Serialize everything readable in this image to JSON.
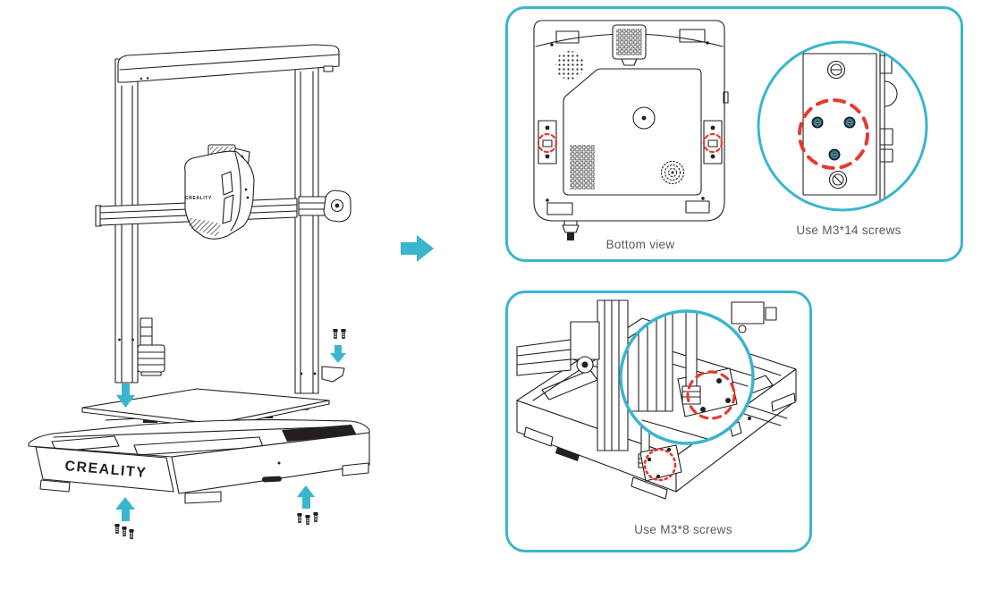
{
  "illustration": {
    "printer_brand_head": "CREALITY",
    "printer_brand_base": "CREALITY"
  },
  "panels": {
    "bottom_view": {
      "caption": "Bottom view",
      "screw_note": "Use M3*14 screws"
    },
    "base_mount": {
      "screw_note": "Use M3*8 screws"
    }
  },
  "colors": {
    "accent_cyan": "#3ab5cf",
    "highlight_red": "#e6392f",
    "screw_teal": "#2b84a0",
    "line_ink": "#231f20",
    "label_gray": "#58595b"
  }
}
